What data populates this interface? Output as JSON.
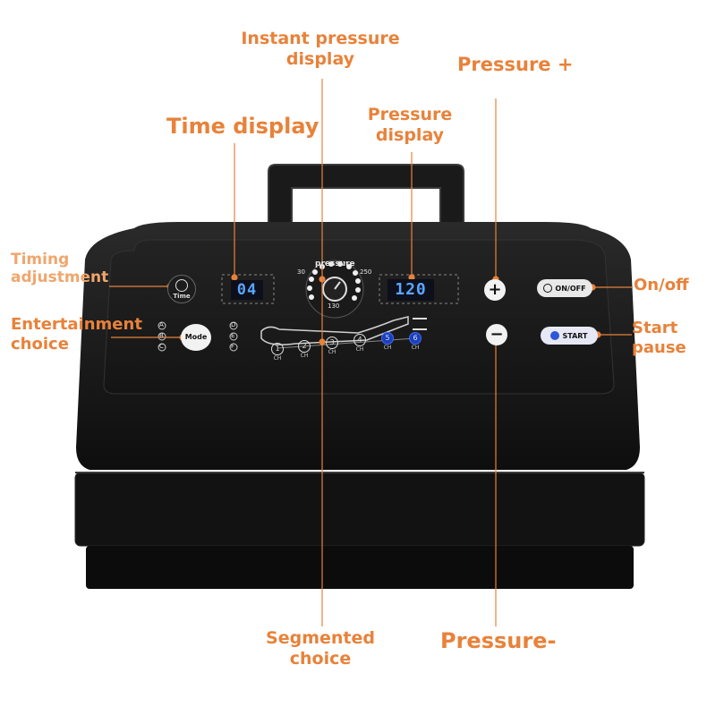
{
  "annotations": {
    "instant_pressure_display": "Instant pressure\ndisplay",
    "pressure_plus": "Pressure +",
    "time_display": "Time display",
    "pressure_display": "Pressure\ndisplay",
    "timing_adjustment": "Timing\nadjustment",
    "on_off": "On/off",
    "entertainment_choice": "Entertainment\nchoice",
    "start_pause": "Start\npause",
    "segmented_choice": "Segmented\nchoice",
    "pressure_minus": "Pressure-"
  },
  "panel": {
    "time_value": "04",
    "pressure_value": "120",
    "gauge_title": "pressure",
    "gauge_min": "30",
    "gauge_max": "250",
    "gauge_bottom": "130",
    "time_button_label": "Time",
    "mode_button_label": "Mode",
    "mode_left_letters": [
      "A",
      "B",
      "C"
    ],
    "mode_right_letters": [
      "D",
      "E",
      "F"
    ],
    "onoff_label": "ON/OFF",
    "start_label": "START",
    "plus_symbol": "+",
    "minus_symbol": "−",
    "channels": [
      {
        "num": "1",
        "label": "CH"
      },
      {
        "num": "2",
        "label": "CH"
      },
      {
        "num": "3",
        "label": "CH"
      },
      {
        "num": "4",
        "label": "CH"
      },
      {
        "num": "5",
        "label": "CH"
      },
      {
        "num": "6",
        "label": "CH"
      }
    ]
  },
  "colors": {
    "accent": "#e8823a",
    "lcd_text": "#5aa6ff",
    "device_body": "#161616"
  }
}
